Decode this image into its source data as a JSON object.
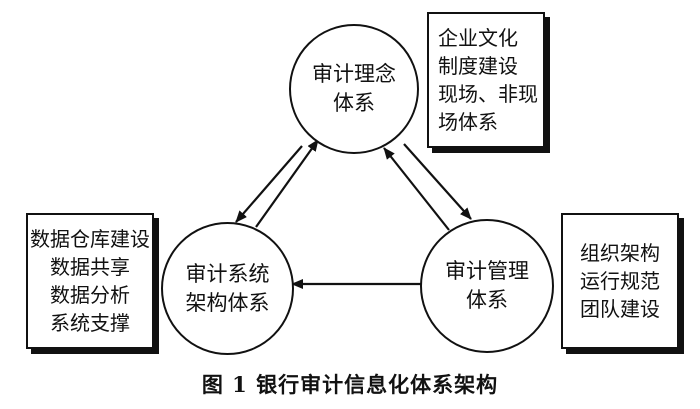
{
  "nodes": {
    "concept": {
      "lines": [
        "审计理念",
        "体系"
      ]
    },
    "system": {
      "lines": [
        "审计系统",
        "架构体系"
      ]
    },
    "management": {
      "lines": [
        "审计管理",
        "体系"
      ]
    }
  },
  "notes": {
    "top": {
      "lines": [
        "企业文化",
        "制度建设",
        "现场、非现",
        "场体系"
      ]
    },
    "left": {
      "lines": [
        "数据仓库建设",
        "数据共享",
        "数据分析",
        "系统支撑"
      ]
    },
    "right": {
      "lines": [
        "组织架构",
        "运行规范",
        "团队建设"
      ]
    }
  },
  "caption": "图 1  银行审计信息化体系架构"
}
